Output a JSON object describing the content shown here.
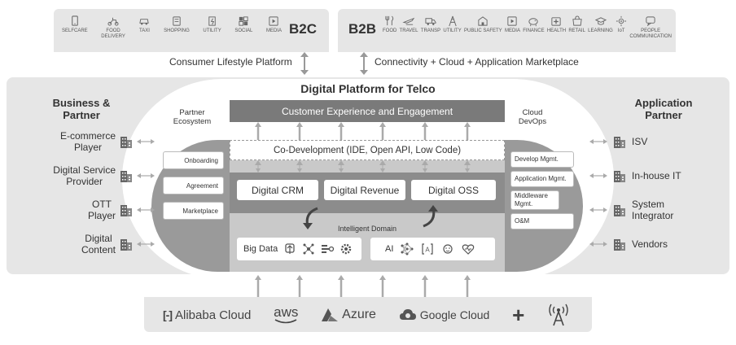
{
  "b2c": {
    "title": "B2C",
    "items": [
      {
        "label": "SELFCARE",
        "icon": "phone-icon"
      },
      {
        "label": "FOOD\nDELIVERY",
        "icon": "scooter-icon"
      },
      {
        "label": "TAXI",
        "icon": "car-icon"
      },
      {
        "label": "SHOPPING",
        "icon": "shopping-icon"
      },
      {
        "label": "UTILITY",
        "icon": "utility-icon"
      },
      {
        "label": "SOCIAL",
        "icon": "social-icon"
      },
      {
        "label": "MEDIA",
        "icon": "media-icon"
      }
    ]
  },
  "b2b": {
    "title": "B2B",
    "items": [
      {
        "label": "FOOD",
        "icon": "fork-knife-icon"
      },
      {
        "label": "TRAVEL",
        "icon": "plane-icon"
      },
      {
        "label": "TRANSP",
        "icon": "truck-icon"
      },
      {
        "label": "UTILITY",
        "icon": "tower-icon"
      },
      {
        "label": "PUBLIC SAFETY",
        "icon": "building-icon"
      },
      {
        "label": "MEDIA",
        "icon": "media-icon"
      },
      {
        "label": "FINANCE",
        "icon": "piggy-bank-icon"
      },
      {
        "label": "HEALTH",
        "icon": "health-icon"
      },
      {
        "label": "RETAIL",
        "icon": "retail-icon"
      },
      {
        "label": "LEARNING",
        "icon": "graduation-icon"
      },
      {
        "label": "IoT",
        "icon": "iot-icon"
      },
      {
        "label": "PEOPLE\nCOMMUNICATION",
        "icon": "chat-icon"
      }
    ]
  },
  "connectors": {
    "consumer": "Consumer Lifestyle Platform",
    "connectivity": "Connectivity + Cloud + Application Marketplace"
  },
  "platform": {
    "title": "Digital Platform for Telco",
    "customer_experience": "Customer Experience and Engagement",
    "co_development": "Co-Development (IDE, Open API, Low Code)",
    "digital_crm": "Digital CRM",
    "digital_revenue": "Digital Revenue",
    "digital_oss": "Digital OSS",
    "intelligent_domain": "Intelligent Domain",
    "big_data": "Big Data",
    "ai": "AI"
  },
  "partner_ecosystem": {
    "title": "Partner\nEcosystem",
    "items": [
      "Onboarding",
      "Agreement",
      "Marketplace"
    ]
  },
  "cloud_devops": {
    "title": "Cloud\nDevOps",
    "items": [
      "Develop Mgmt.",
      "Application Mgmt.",
      "Middleware\nMgmt.",
      "O&M"
    ]
  },
  "business_partner": {
    "title": "Business &\nPartner",
    "items": [
      "E-commerce\nPlayer",
      "Digital Service\nProvider",
      "OTT\nPlayer",
      "Digital\nContent"
    ]
  },
  "application_partner": {
    "title": "Application\nPartner",
    "items": [
      "ISV",
      "In-house IT",
      "System\nIntegrator",
      "Vendors"
    ]
  },
  "cloud_providers": {
    "alibaba": "Alibaba Cloud",
    "aws": "aws",
    "azure": "Azure",
    "google": "Google Cloud",
    "plus": "+"
  },
  "colors": {
    "panel": "#e6e6e6",
    "dark_bar": "#7a7a7a",
    "mid_gray": "#9a9a9a",
    "light_gray": "#cfcfcf"
  }
}
